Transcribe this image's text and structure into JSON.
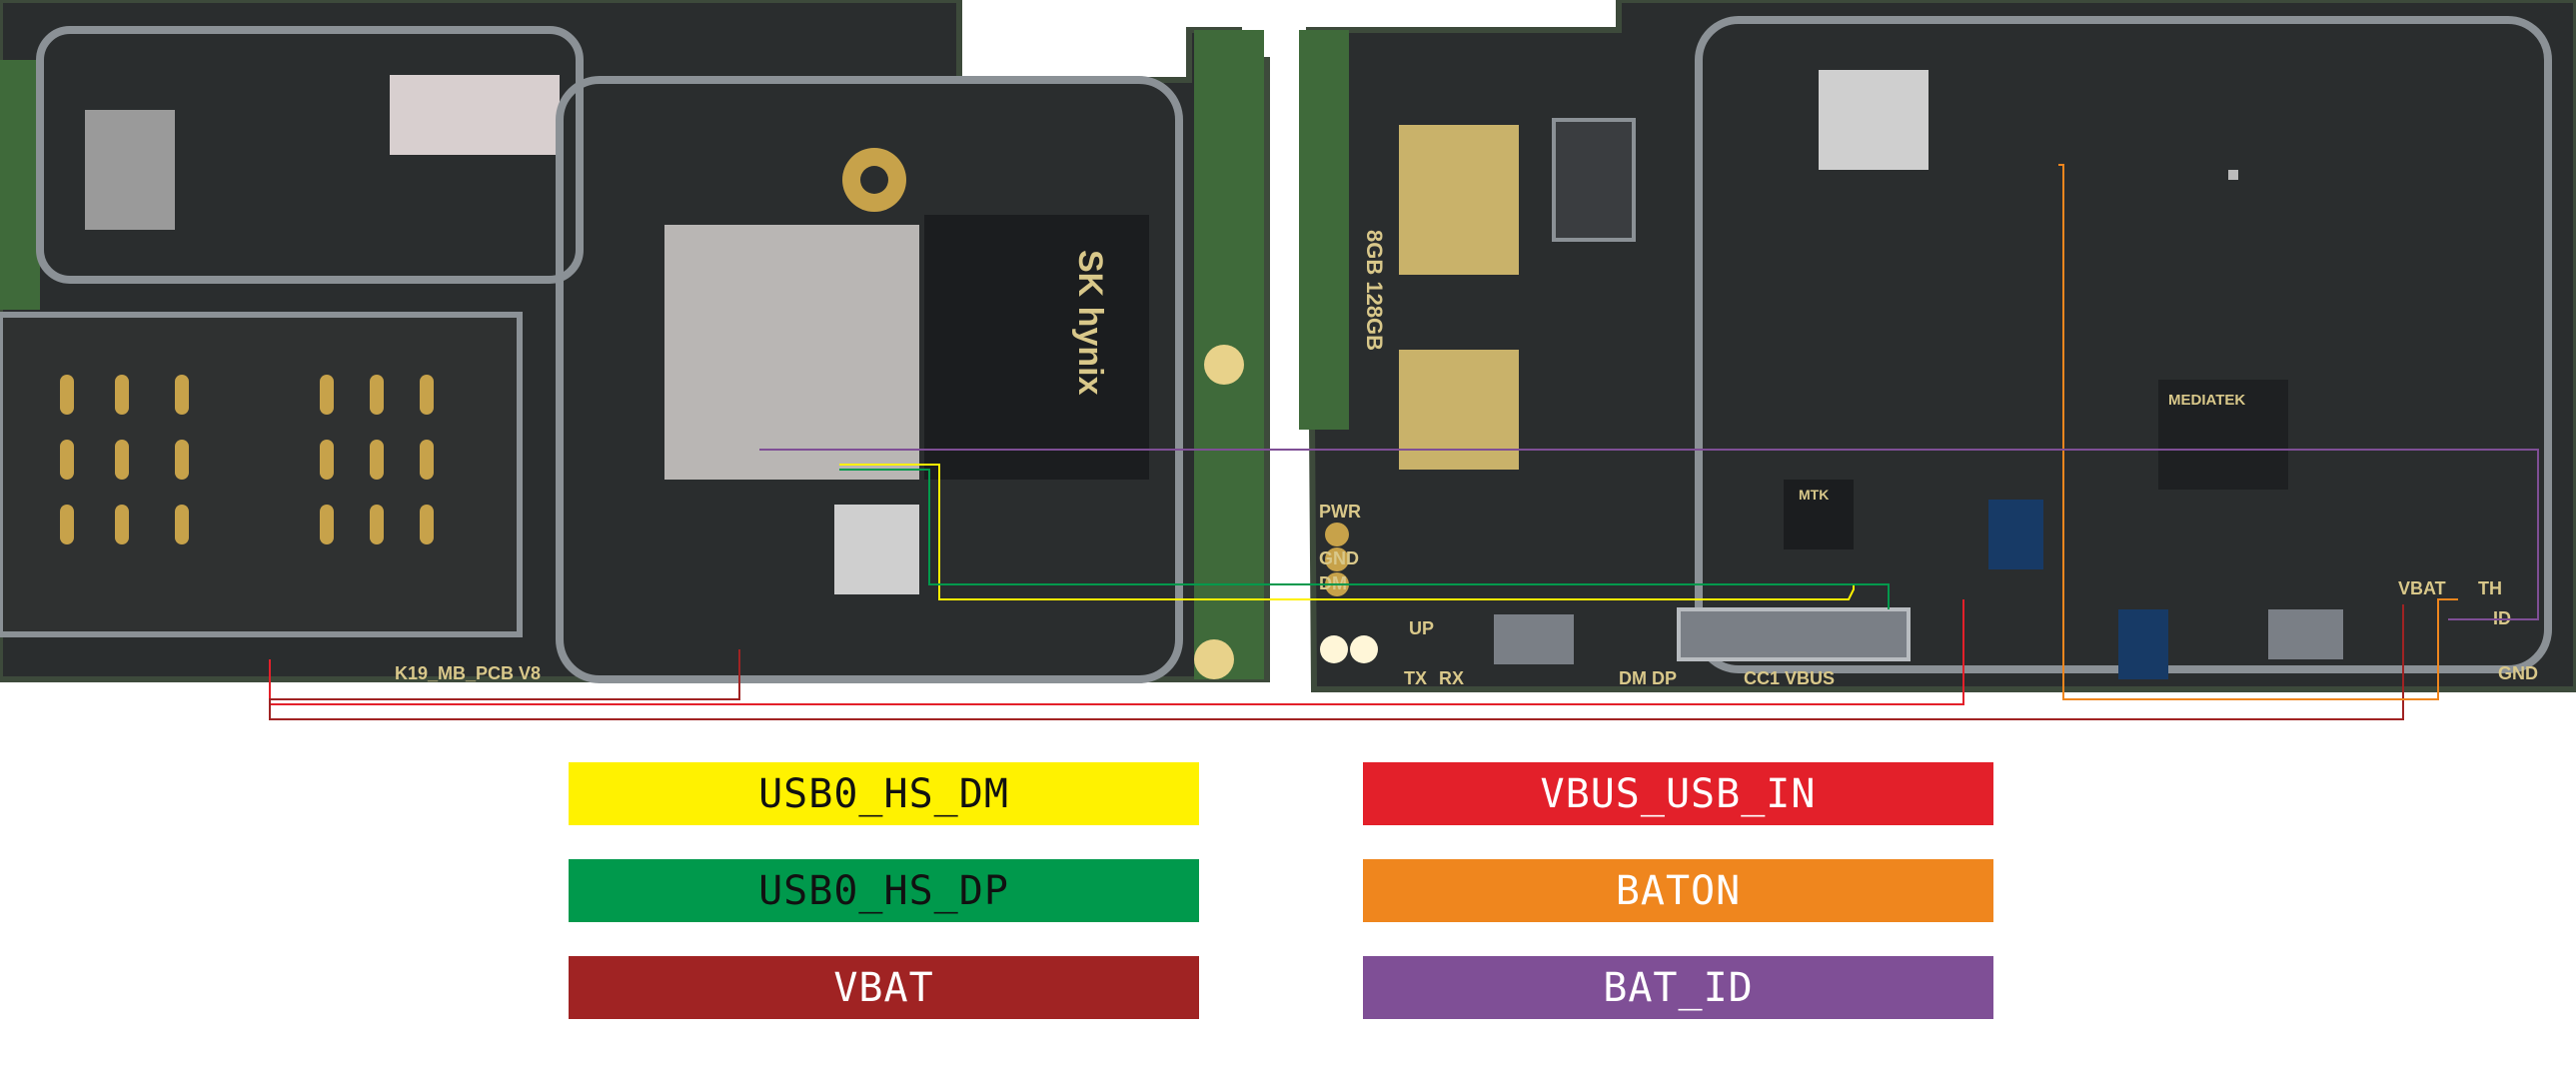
{
  "board": {
    "left_pcb_label": "K19_MB_PCB V8",
    "memory_chip_label": "SK hynix",
    "soc_label": "MEDIATEK",
    "storage_label": "8GB 128GB",
    "pmic_label": "MTK",
    "pads": {
      "pwr": "PWR",
      "gnd": "GND",
      "dm": "DM",
      "up": "UP",
      "tx": "TX",
      "rx": "RX",
      "dm_dp": "DM DP",
      "cc1_vbus": "CC1 VBUS",
      "vbat": "VBAT",
      "th": "TH",
      "id": "ID",
      "gnd_right": "GND"
    }
  },
  "legend": [
    {
      "label": "USB0_HS_DM",
      "color": "#fff200",
      "text_color": "#111111"
    },
    {
      "label": "VBUS_USB_IN",
      "color": "#e3202a",
      "text_color": "#ffffff"
    },
    {
      "label": "USB0_HS_DP",
      "color": "#00994c",
      "text_color": "#111111"
    },
    {
      "label": "BATON",
      "color": "#ef861e",
      "text_color": "#ffffff"
    },
    {
      "label": "VBAT",
      "color": "#a02323",
      "text_color": "#ffffff"
    },
    {
      "label": "BAT_ID",
      "color": "#7f4f96",
      "text_color": "#ffffff"
    }
  ]
}
